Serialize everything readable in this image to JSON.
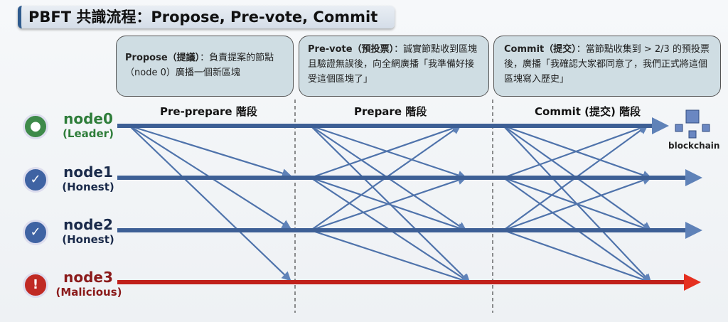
{
  "title": "PBFT 共識流程：Propose, Pre-vote, Commit",
  "boxes": [
    {
      "head": "Propose（提議）",
      "text": "：負責提案的節點（node 0）廣播一個新區塊"
    },
    {
      "head": "Pre-vote（預投票）",
      "text": "：誠實節點收到區塊且驗證無誤後，向全網廣播「我準備好接受這個區塊了」"
    },
    {
      "head": "Commit（提交）",
      "text": "：當節點收集到 > 2/3 的預投票後，廣播「我確認大家都同意了，我們正式將這個區塊寫入歷史」"
    }
  ],
  "phases": [
    "Pre-prepare 階段",
    "Prepare 階段",
    "Commit (提交) 階段"
  ],
  "nodes": [
    {
      "name": "node0",
      "role": "(Leader)",
      "color": "#2e7d3a",
      "icon": "user-icon"
    },
    {
      "name": "node1",
      "role": "(Honest)",
      "color": "#1a2a4a",
      "icon": "check-icon"
    },
    {
      "name": "node2",
      "role": "(Honest)",
      "color": "#1a2a4a",
      "icon": "check-icon"
    },
    {
      "name": "node3",
      "role": "(Malicious)",
      "color": "#8b1a1a",
      "icon": "alert-icon"
    }
  ],
  "blockchain_label": "blockchain"
}
